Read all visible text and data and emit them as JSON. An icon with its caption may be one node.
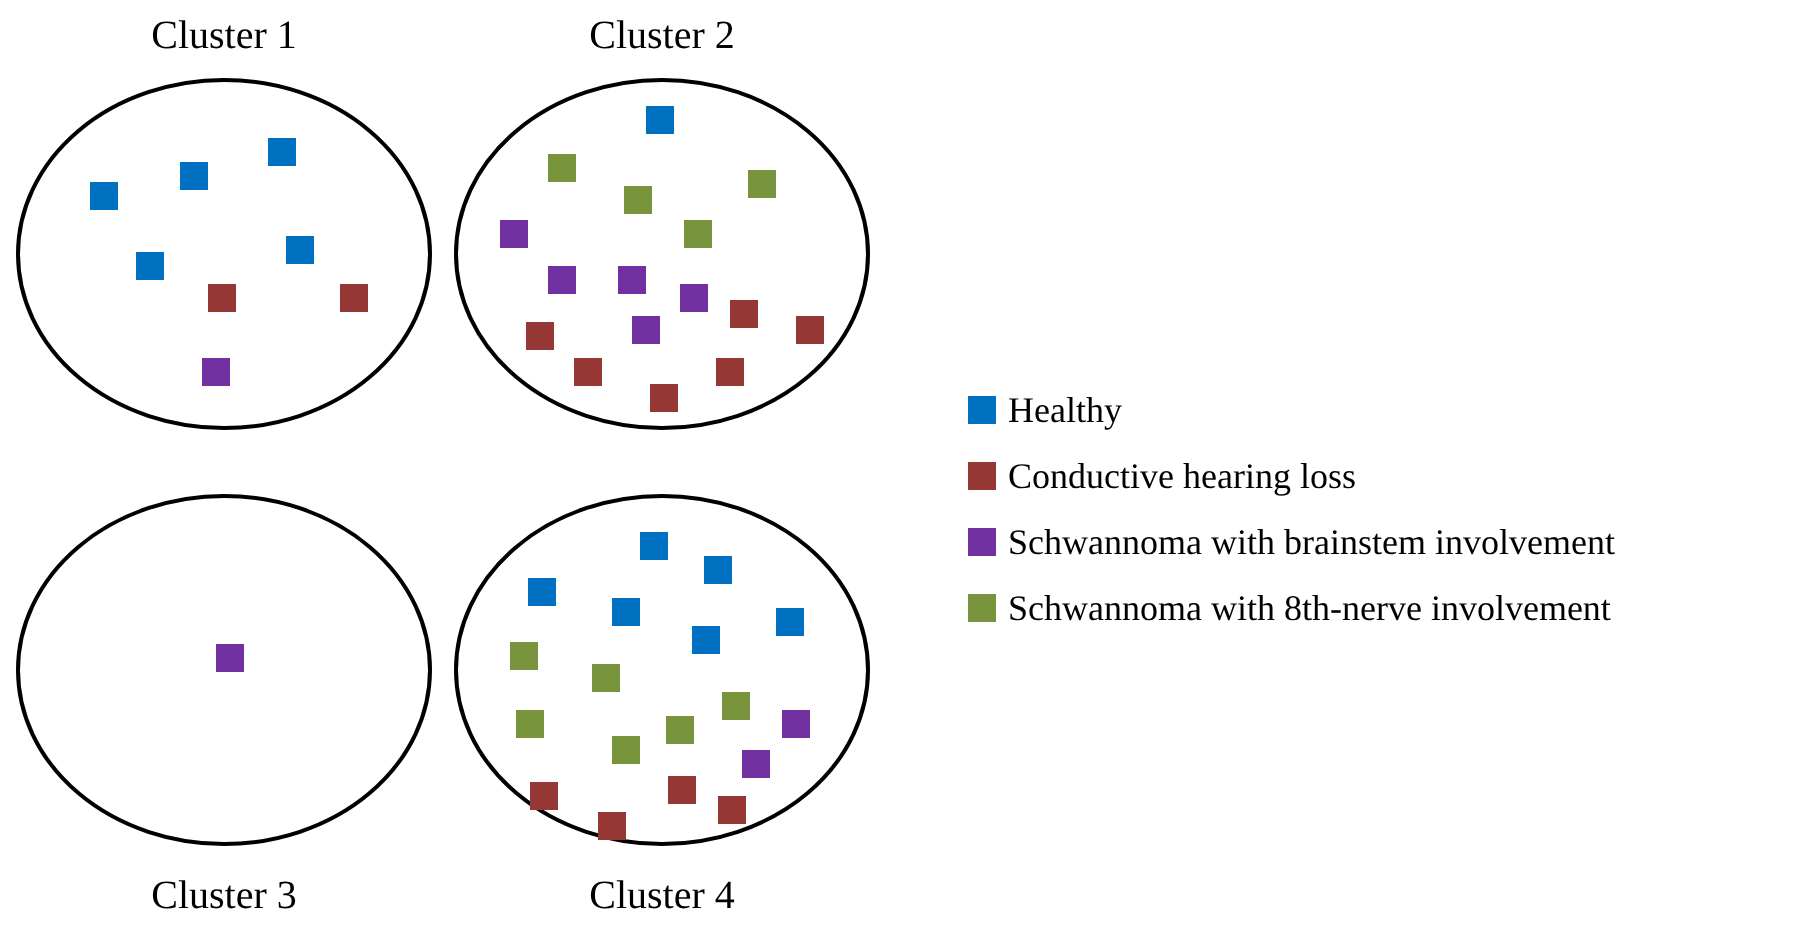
{
  "diagram": {
    "nodes": [
      {
        "text": [
          "Cluster 1"
        ]
      },
      {
        "text": [
          "Cluster 2"
        ]
      },
      {
        "text": [
          "Cluster 3"
        ]
      },
      {
        "text": [
          "Cluster 4"
        ]
      }
    ],
    "legend": [
      {
        "text": "Healthy",
        "color": "#0070c0"
      },
      {
        "text": "Conductive hearing loss",
        "color": "#953735"
      },
      {
        "text": "Schwannoma with brainstem involvement",
        "color": "#7030a0"
      },
      {
        "text": "Schwannoma with 8th-nerve involvement",
        "color": "#77933c"
      }
    ]
  }
}
